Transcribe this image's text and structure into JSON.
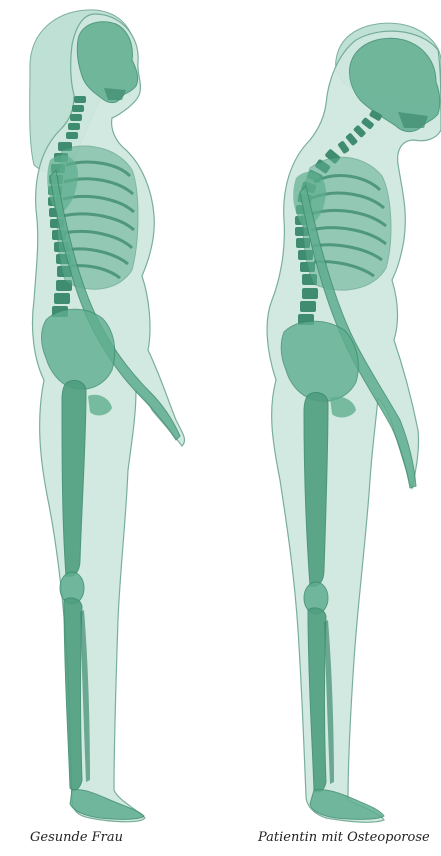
{
  "captions": {
    "left": "Gesunde Frau",
    "right": "Patientin mit Osteoporose"
  },
  "colors": {
    "body_fill": "#cfe8df",
    "body_stroke": "#6fa893",
    "bone_fill": "#5fae90",
    "bone_dark": "#3f8c70",
    "hair_fill": "#b9ddd0"
  },
  "figures": [
    {
      "name": "healthy-woman-figure",
      "posture": "upright"
    },
    {
      "name": "osteoporosis-patient-figure",
      "posture": "stooped"
    }
  ]
}
